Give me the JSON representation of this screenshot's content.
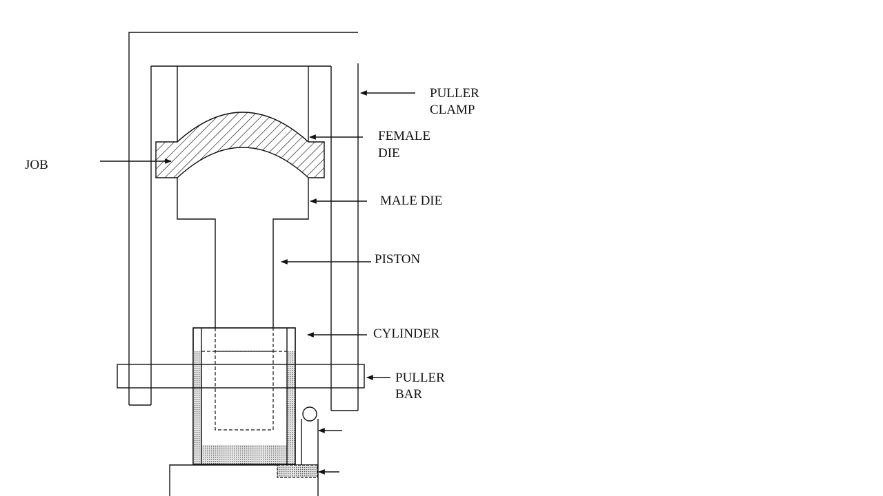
{
  "labels": {
    "job": "JOB",
    "puller_clamp_1": "PULLER",
    "puller_clamp_2": "CLAMP",
    "female_die_1": "FEMALE",
    "female_die_2": "DIE",
    "male_die": "MALE DIE",
    "piston": "PISTON",
    "cylinder": "CYLINDER",
    "puller_bar_1": "PULLER",
    "puller_bar_2": "BAR"
  }
}
